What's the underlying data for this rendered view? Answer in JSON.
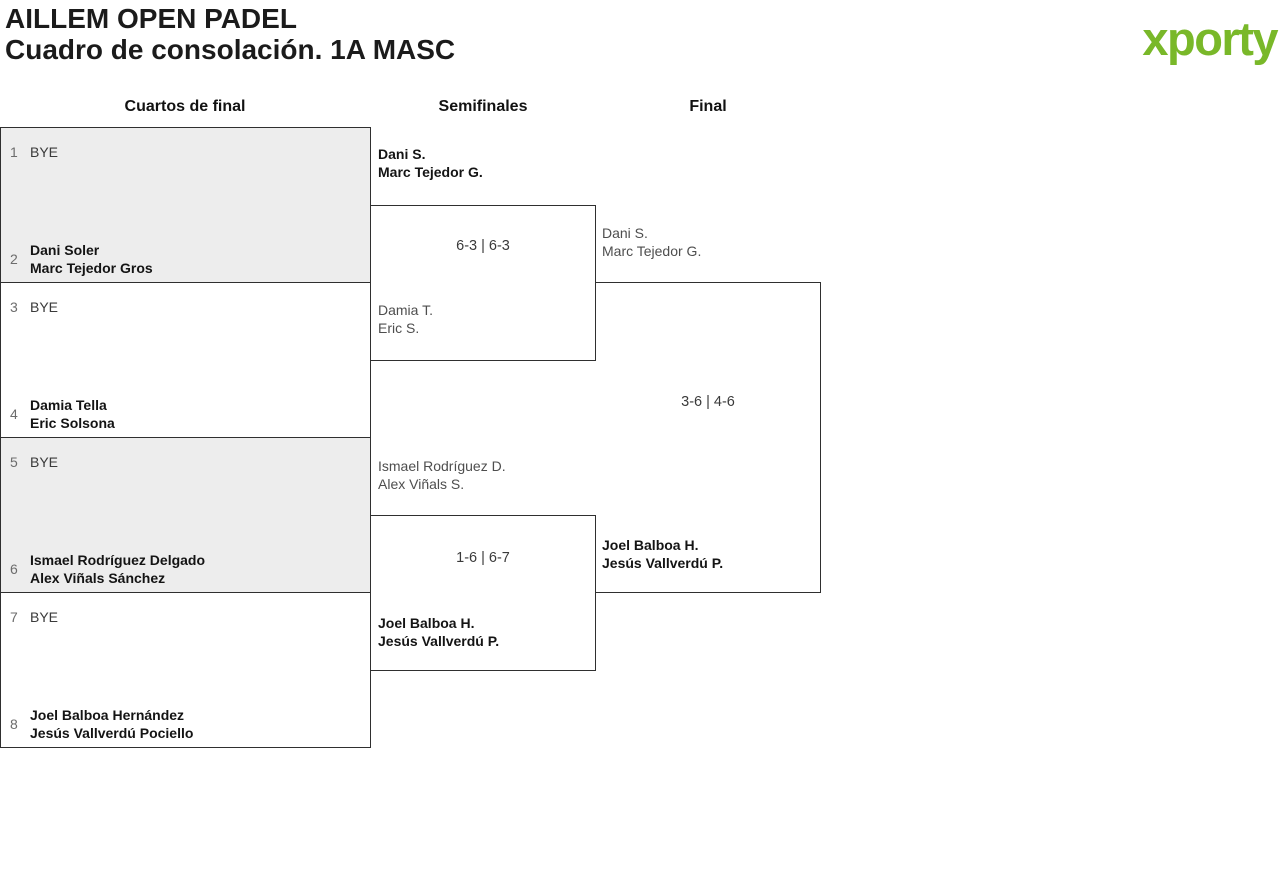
{
  "header": {
    "title": "AILLEM OPEN PADEL",
    "subtitle": "Cuadro de consolación. 1A MASC"
  },
  "logo": {
    "text": "xporty",
    "brand_green": "#79b829",
    "brand_blue": "#29aae1",
    "brand_orange": "#ea7424"
  },
  "rounds": {
    "quarterfinals_label": "Cuartos de final",
    "semifinals_label": "Semifinales",
    "final_label": "Final"
  },
  "colors": {
    "shaded_box": "#ededed",
    "box_border": "#2f2f2f",
    "winner_text": "#141414",
    "loser_text": "#4e4e4e",
    "seed_text": "#6c6c6c"
  },
  "quarterfinals": [
    {
      "shaded": true,
      "top": {
        "seed": "1",
        "names": [
          "BYE"
        ],
        "bye": true
      },
      "bottom": {
        "seed": "2",
        "names": [
          "Dani Soler",
          "Marc Tejedor Gros"
        ],
        "winner": true
      }
    },
    {
      "shaded": false,
      "top": {
        "seed": "3",
        "names": [
          "BYE"
        ],
        "bye": true
      },
      "bottom": {
        "seed": "4",
        "names": [
          "Damia Tella",
          "Eric Solsona"
        ],
        "winner": true
      }
    },
    {
      "shaded": true,
      "top": {
        "seed": "5",
        "names": [
          "BYE"
        ],
        "bye": true
      },
      "bottom": {
        "seed": "6",
        "names": [
          "Ismael Rodríguez Delgado",
          "Alex Viñals Sánchez"
        ],
        "winner": true
      }
    },
    {
      "shaded": false,
      "top": {
        "seed": "7",
        "names": [
          "BYE"
        ],
        "bye": true
      },
      "bottom": {
        "seed": "8",
        "names": [
          "Joel Balboa Hernández",
          "Jesús Vallverdú Pociello"
        ],
        "winner": true
      }
    }
  ],
  "semifinals": [
    {
      "score": "6-3 | 6-3",
      "top": {
        "names": [
          "Dani S.",
          "Marc Tejedor G."
        ],
        "winner": true
      },
      "bottom": {
        "names": [
          "Damia T.",
          "Eric S."
        ],
        "winner": false
      }
    },
    {
      "score": "1-6 | 6-7",
      "top": {
        "names": [
          "Ismael Rodríguez D.",
          "Alex Viñals S."
        ],
        "winner": false
      },
      "bottom": {
        "names": [
          "Joel Balboa H.",
          "Jesús Vallverdú P."
        ],
        "winner": true
      }
    }
  ],
  "final": {
    "score": "3-6 | 4-6",
    "top": {
      "names": [
        "Dani S.",
        "Marc Tejedor G."
      ],
      "winner": false
    },
    "bottom": {
      "names": [
        "Joel Balboa H.",
        "Jesús Vallverdú P."
      ],
      "winner": true
    }
  }
}
